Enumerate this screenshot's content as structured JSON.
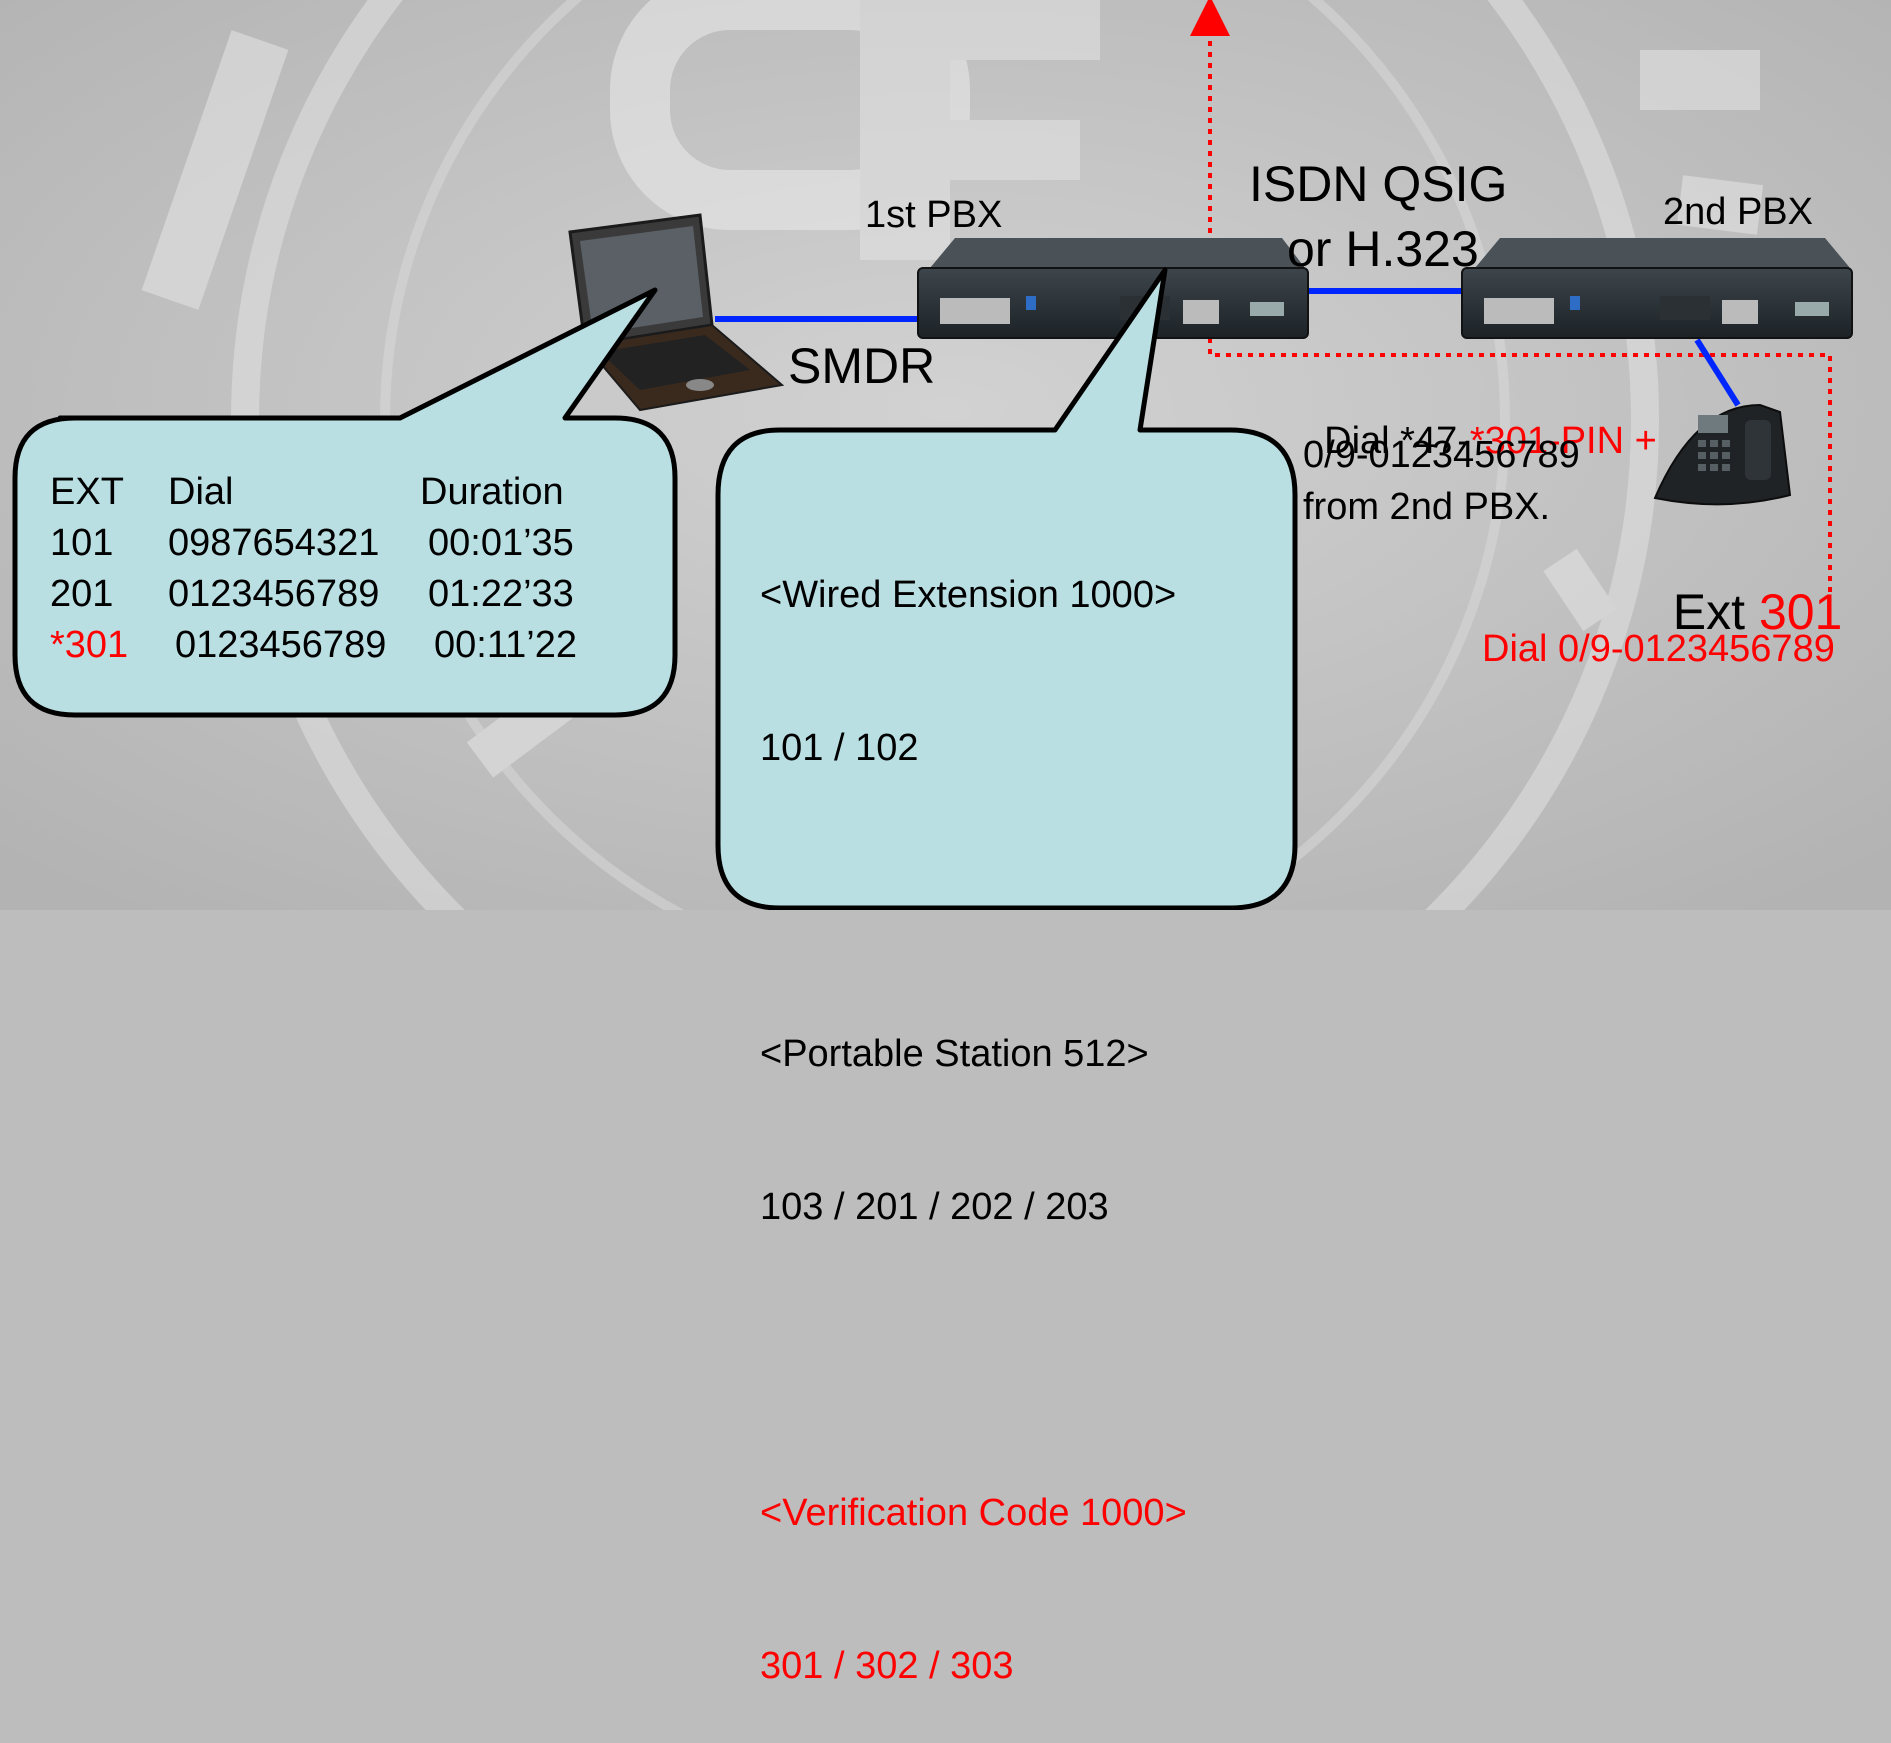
{
  "labels": {
    "pbx1": "1st PBX",
    "pbx2": "2nd PBX",
    "link_line1": "ISDN QSIG",
    "link_line2": "or H.323",
    "smdr": "SMDR",
    "dial_prefix": "Dial *47-",
    "dial_red": "*301-PIN +",
    "dial_line2": "0/9-0123456789",
    "dial_line3": "from 2nd PBX.",
    "ext_prefix": "Ext ",
    "ext_number": "301",
    "dial_bottom": "Dial 0/9-0123456789"
  },
  "smdr_table": {
    "headers": [
      "EXT",
      "Dial",
      "Duration"
    ],
    "rows": [
      {
        "ext": "101",
        "dial": "0987654321",
        "duration": "00:01’35"
      },
      {
        "ext": "201",
        "dial": "0123456789",
        "duration": "01:22’33"
      },
      {
        "ext": "*301",
        "dial": "0123456789",
        "duration": "00:11’22"
      }
    ]
  },
  "settings_bubble": {
    "wired_title": "<Wired Extension 1000>",
    "wired_values": "101 / 102",
    "portable_title": "<Portable Station 512>",
    "portable_values": "103 / 201 / 202 / 203",
    "verification_title": "<Verification Code 1000>",
    "verification_values": "301 / 302 / 303"
  },
  "colors": {
    "bubble_fill": "#b9dfe3",
    "link_line": "#0026ff",
    "route_line": "#ff0000",
    "highlight_text": "#ff0000",
    "background": "#bdbdbd"
  }
}
